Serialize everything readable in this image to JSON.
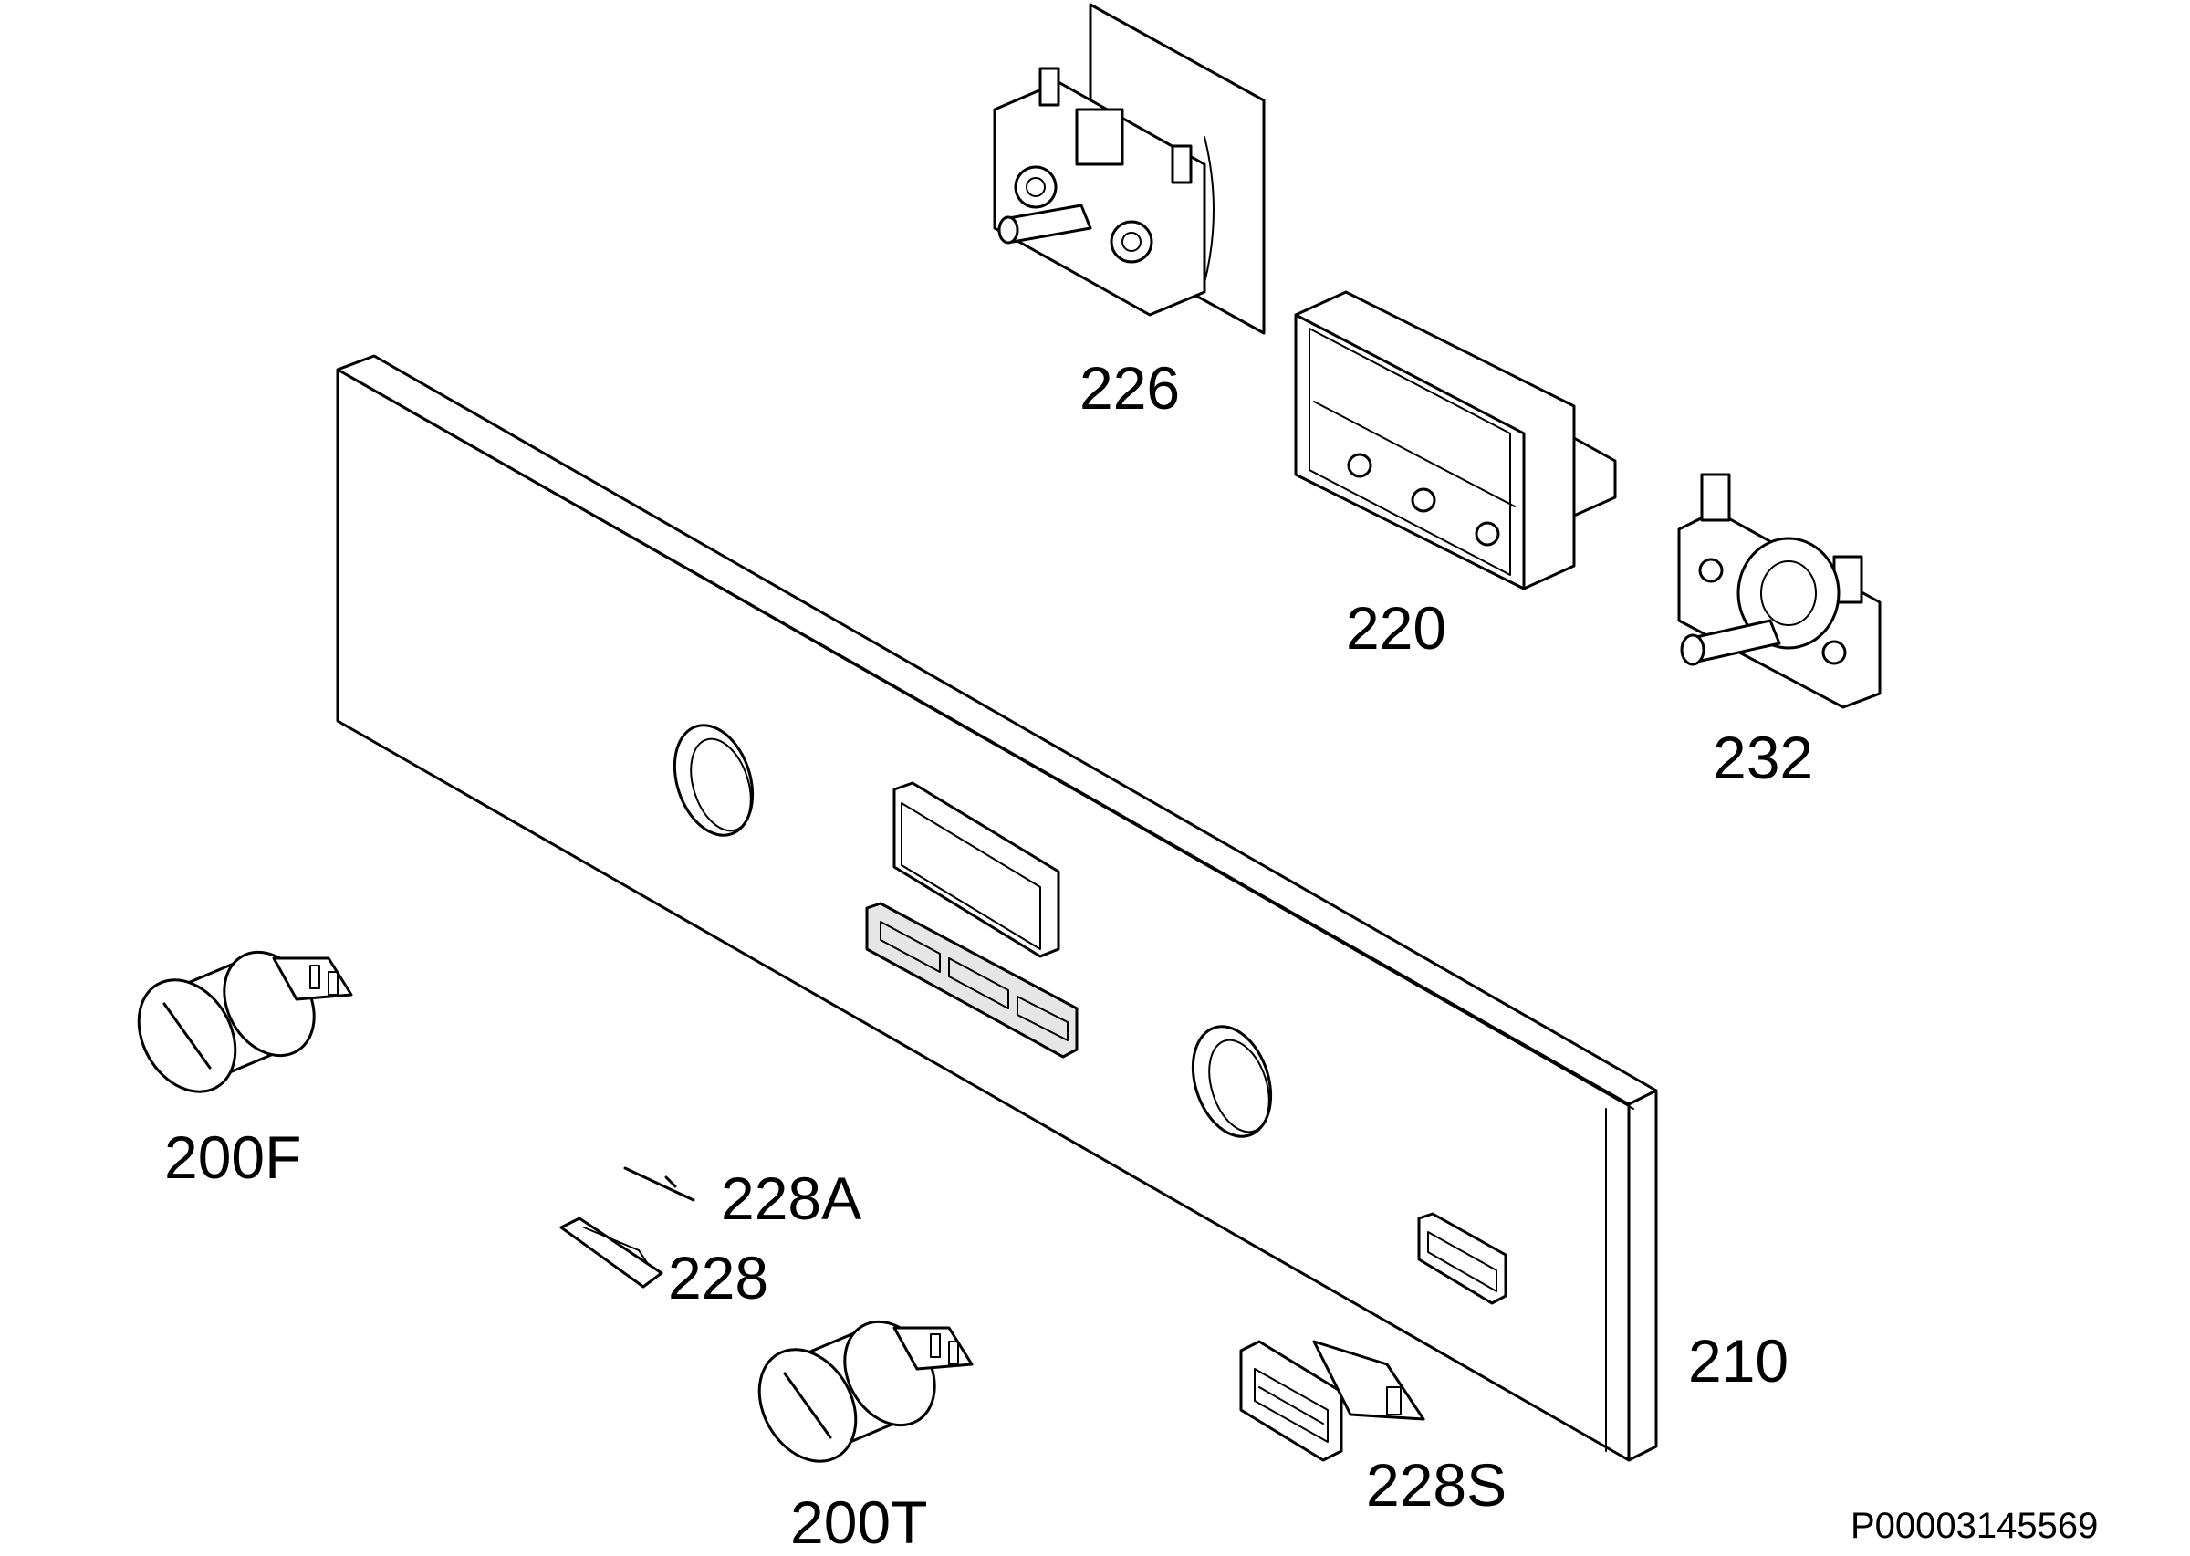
{
  "diagram": {
    "labels": {
      "p226": "226",
      "p220": "220",
      "p232": "232",
      "p200F": "200F",
      "p228A": "228A",
      "p228": "228",
      "p200T": "200T",
      "p228S": "228S",
      "p210": "210"
    },
    "reference": "P00003145569"
  }
}
